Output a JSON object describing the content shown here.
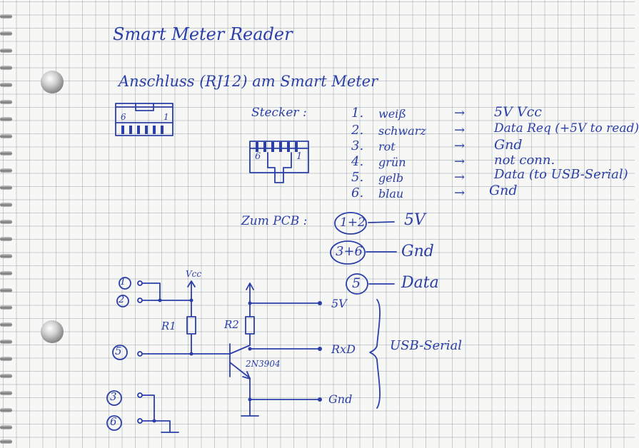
{
  "title": "Smart Meter Reader",
  "subtitle": "Anschluss (RJ12) am Smart Meter",
  "socket": {
    "left_pin": "6",
    "right_pin": "1"
  },
  "plug": {
    "label": "Stecker :",
    "left_pin": "6",
    "right_pin": "1"
  },
  "pinout": [
    {
      "num": "1.",
      "color": "weiß",
      "arrow": "→",
      "function": "5V Vcc"
    },
    {
      "num": "2.",
      "color": "schwarz",
      "arrow": "→",
      "function": "Data Req (+5V to read)"
    },
    {
      "num": "3.",
      "color": "rot",
      "arrow": "→",
      "function": "Gnd"
    },
    {
      "num": "4.",
      "color": "grün",
      "arrow": "→",
      "function": "not conn."
    },
    {
      "num": "5.",
      "color": "gelb",
      "arrow": "→",
      "function": "Data (to USB-Serial)"
    },
    {
      "num": "6.",
      "color": "blau",
      "arrow": "→",
      "function": "Gnd"
    }
  ],
  "pcb": {
    "label": "Zum PCB :",
    "groups": [
      {
        "pins": "1+2",
        "signal": "5V"
      },
      {
        "pins": "3+6",
        "signal": "Gnd"
      },
      {
        "pins": "5",
        "signal": "Data"
      }
    ]
  },
  "schematic": {
    "inputs": [
      "1",
      "2",
      "5",
      "3",
      "6"
    ],
    "vcc": "Vcc",
    "r1": "R1",
    "r2": "R2",
    "transistor": "2N3904",
    "outputs": [
      "5V",
      "RxD",
      "Gnd"
    ],
    "bracket_label": "USB-Serial"
  }
}
